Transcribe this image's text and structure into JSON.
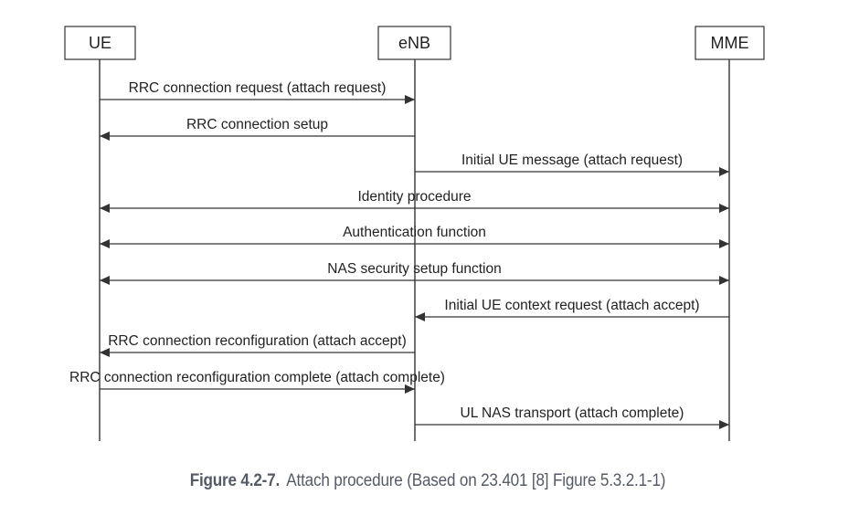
{
  "entities": [
    {
      "id": "ue",
      "label": "UE"
    },
    {
      "id": "enb",
      "label": "eNB"
    },
    {
      "id": "mme",
      "label": "MME"
    }
  ],
  "messages": [
    {
      "from": "ue",
      "to": "enb",
      "label": "RRC connection request (attach request)",
      "direction": "forward"
    },
    {
      "from": "enb",
      "to": "ue",
      "label": "RRC connection setup",
      "direction": "forward"
    },
    {
      "from": "enb",
      "to": "mme",
      "label": "Initial UE message (attach request)",
      "direction": "forward"
    },
    {
      "from": "ue",
      "to": "mme",
      "label": "Identity procedure",
      "direction": "both"
    },
    {
      "from": "ue",
      "to": "mme",
      "label": "Authentication function",
      "direction": "both"
    },
    {
      "from": "ue",
      "to": "mme",
      "label": "NAS security setup function",
      "direction": "both"
    },
    {
      "from": "mme",
      "to": "enb",
      "label": "Initial UE context request (attach accept)",
      "direction": "forward"
    },
    {
      "from": "enb",
      "to": "ue",
      "label": "RRC connection reconfiguration (attach accept)",
      "direction": "forward"
    },
    {
      "from": "ue",
      "to": "enb",
      "label": "RRC connection reconfiguration complete (attach complete)",
      "direction": "forward"
    },
    {
      "from": "enb",
      "to": "mme",
      "label": "UL NAS transport (attach complete)",
      "direction": "forward"
    }
  ],
  "caption": {
    "figure_number": "Figure 4.2-7.",
    "text": "Attach procedure (Based on 23.401 [8] Figure 5.3.2.1-1)"
  }
}
